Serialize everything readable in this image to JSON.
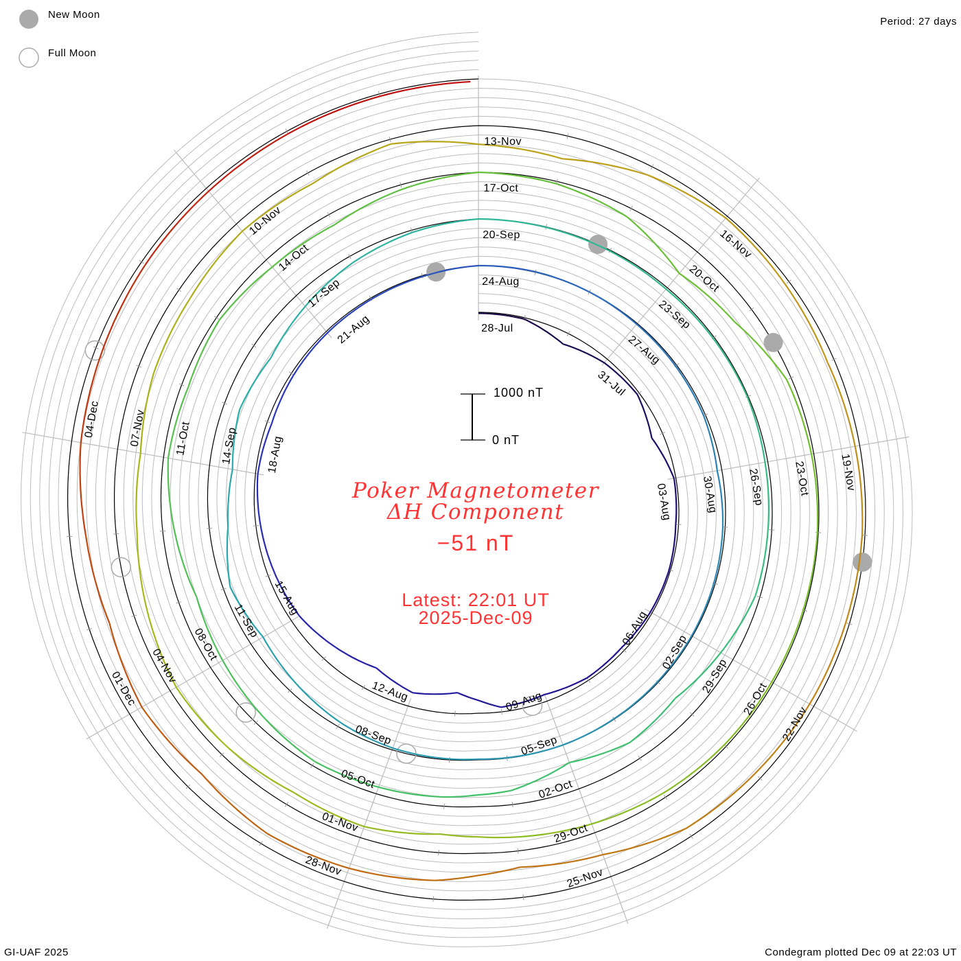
{
  "header": {
    "period": "Period: 27 days"
  },
  "legend": {
    "new_moon": "New Moon",
    "full_moon": "Full Moon"
  },
  "center": {
    "title_line1": "Poker Magnetometer",
    "title_line2": "ΔH Component",
    "current_value": "−51 nT",
    "latest_time": "Latest: 22:01 UT",
    "latest_date": "2025-Dec-09"
  },
  "scale": {
    "top_label": "1000 nT",
    "bottom_label": "0 nT"
  },
  "footer": {
    "credit": "GI-UAF 2025",
    "plotted": "Condegram plotted Dec 09 at 22:03 UT"
  },
  "chart_data": {
    "type": "line",
    "subtype": "condegram-spiral",
    "title": "Poker Magnetometer ΔH Component",
    "units": "nT",
    "period_days": 27,
    "start_date": "2025-07-28",
    "end_day_offset": 134.92,
    "scale_bar_nT": 1000,
    "grid_step_nT": 200,
    "daily_values_nT": [
      -20,
      -30,
      -250,
      -100,
      -50,
      -250,
      -40,
      -60,
      -30,
      -40,
      -80,
      -60,
      -150,
      -100,
      -450,
      -300,
      -500,
      -350,
      -200,
      -150,
      -100,
      -50,
      -100,
      -60,
      -40,
      -30,
      -20,
      0,
      10,
      0,
      -20,
      -30,
      -40,
      -100,
      -50,
      -30,
      -20,
      -20,
      -10,
      0,
      -10,
      -20,
      -40,
      -100,
      -200,
      -300,
      -150,
      -400,
      -500,
      -350,
      -450,
      -300,
      -150,
      -50,
      0,
      -10,
      -20,
      -40,
      -30,
      -20,
      -60,
      -80,
      -100,
      -300,
      -500,
      -400,
      -600,
      -300,
      -200,
      -150,
      -100,
      -200,
      -300,
      -400,
      -250,
      -100,
      -150,
      -80,
      -200,
      -250,
      -100,
      0,
      -50,
      -200,
      -600,
      -450,
      -100,
      -50,
      -20,
      -30,
      -40,
      -50,
      -100,
      -200,
      -300,
      -400,
      -250,
      -300,
      -200,
      -150,
      -300,
      -450,
      -500,
      -350,
      -300,
      -200,
      -250,
      -100,
      -400,
      -500,
      -200,
      -50,
      -100,
      -150,
      -100,
      -60,
      -80,
      -100,
      -150,
      -200,
      -500,
      -650,
      -400,
      -300,
      -250,
      -400,
      -300,
      -450,
      -350,
      -200,
      -150,
      -100,
      -80,
      -60,
      -51
    ],
    "color_stops": [
      {
        "day": 0,
        "color": "#1a0a40"
      },
      {
        "day": 10,
        "color": "#20108a"
      },
      {
        "day": 22,
        "color": "#2a30c0"
      },
      {
        "day": 32,
        "color": "#2a80b8"
      },
      {
        "day": 50,
        "color": "#2ab0a8"
      },
      {
        "day": 65,
        "color": "#3cc070"
      },
      {
        "day": 85,
        "color": "#6cc030"
      },
      {
        "day": 100,
        "color": "#a8b818"
      },
      {
        "day": 112,
        "color": "#c09818"
      },
      {
        "day": 125,
        "color": "#c06010"
      },
      {
        "day": 134,
        "color": "#c01010"
      }
    ],
    "date_labels": [
      "28-Jul",
      "31-Jul",
      "03-Aug",
      "06-Aug",
      "09-Aug",
      "12-Aug",
      "15-Aug",
      "18-Aug",
      "21-Aug",
      "24-Aug",
      "27-Aug",
      "30-Aug",
      "02-Sep",
      "05-Sep",
      "08-Sep",
      "11-Sep",
      "14-Sep",
      "17-Sep",
      "20-Sep",
      "23-Sep",
      "26-Sep",
      "29-Sep",
      "02-Oct",
      "05-Oct",
      "08-Oct",
      "11-Oct",
      "14-Oct",
      "17-Oct",
      "20-Oct",
      "23-Oct",
      "26-Oct",
      "29-Oct",
      "01-Nov",
      "04-Nov",
      "07-Nov",
      "10-Nov",
      "13-Nov",
      "16-Nov",
      "19-Nov",
      "22-Nov",
      "25-Nov",
      "28-Nov",
      "01-Dec",
      "04-Dec"
    ],
    "new_moons_day_offset": [
      26.25,
      55.8,
      85.5,
      115.3
    ],
    "full_moons_day_offset": [
      12.33,
      41.75,
      71.2,
      100.6,
      129.97
    ],
    "colors": {
      "text_red": "#ff3333",
      "moon_grey": "#aaaaaa",
      "grid": "#bbbbbb"
    }
  }
}
